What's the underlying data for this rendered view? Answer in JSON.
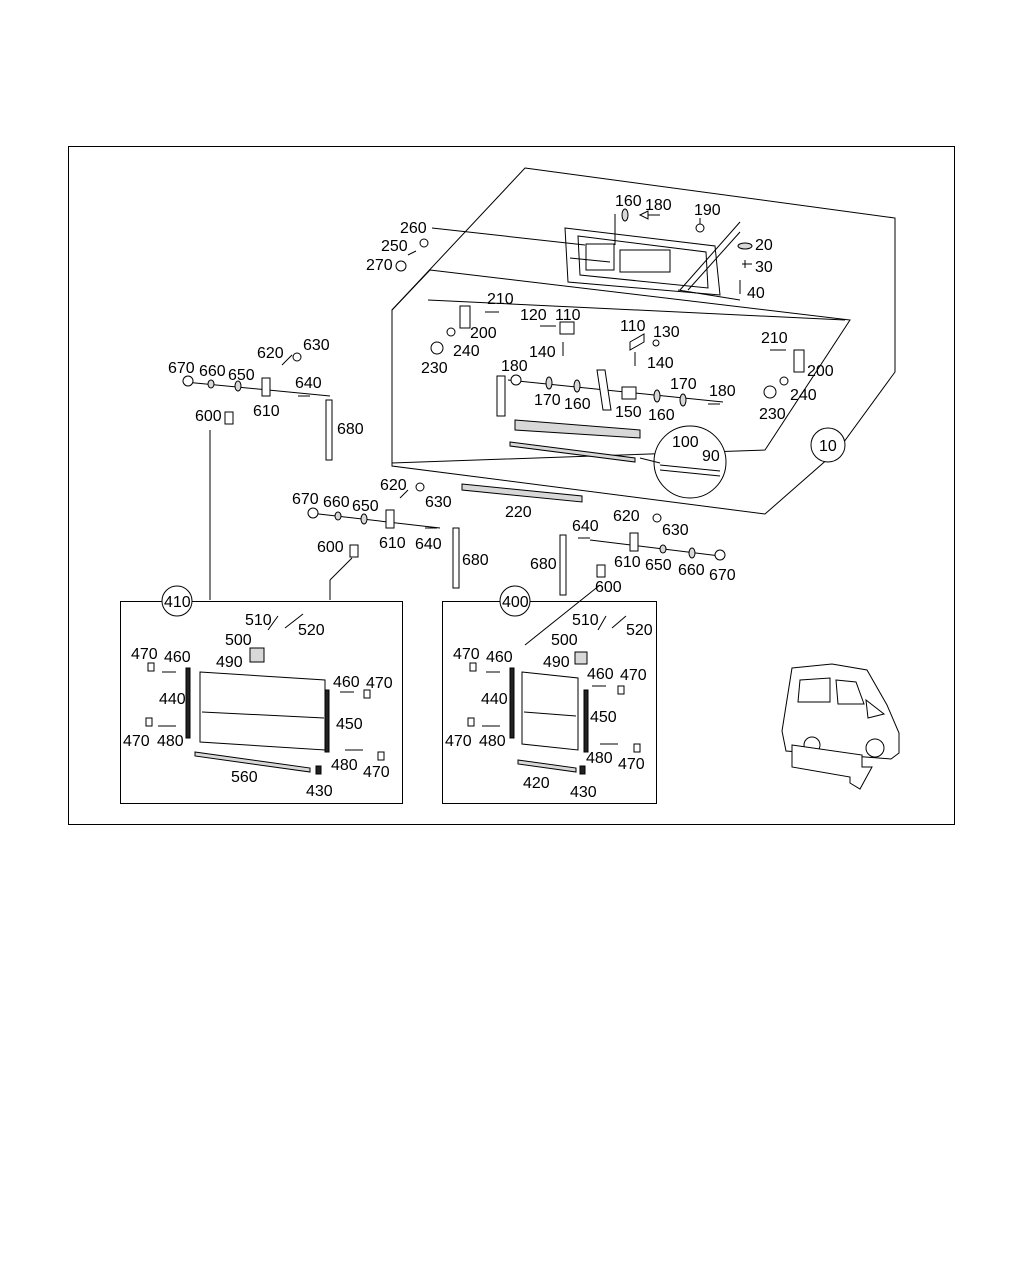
{
  "group_labels": [
    "10",
    "410",
    "400"
  ],
  "labels": {
    "l160a": "160",
    "l180a": "180",
    "l190": "190",
    "l260": "260",
    "l250": "250",
    "l270": "270",
    "l20": "20",
    "l30": "30",
    "l40": "40",
    "l210a": "210",
    "l200a": "200",
    "l240a": "240",
    "l230a": "230",
    "l120": "120",
    "l110a": "110",
    "l140a": "140",
    "l110b": "110",
    "l130": "130",
    "l140b": "140",
    "l210b": "210",
    "l200b": "200",
    "l240b": "240",
    "l230b": "230",
    "l180b": "180",
    "l170a": "170",
    "l160b": "160",
    "l150": "150",
    "l160c": "160",
    "l170b": "170",
    "l180c": "180",
    "l100": "100",
    "l90": "90",
    "l620a": "620",
    "l630a": "630",
    "l670a": "670",
    "l660a": "660",
    "l650a": "650",
    "l640a": "640",
    "l600a": "600",
    "l610a": "610",
    "l680a": "680",
    "l620b": "620",
    "l630b": "630",
    "l670b": "670",
    "l660b": "660",
    "l650b": "650",
    "l600b": "600",
    "l610b": "610",
    "l640b": "640",
    "l680b": "680",
    "l220": "220",
    "l640c": "640",
    "l620c": "620",
    "l630c": "630",
    "l680c": "680",
    "l610c": "610",
    "l600c": "600",
    "l650c": "650",
    "l660c": "660",
    "l670c": "670",
    "l510a": "510",
    "l520a": "520",
    "l500a": "500",
    "l490a": "490",
    "l470a": "470",
    "l460a": "460",
    "l440a": "440",
    "l470b": "470",
    "l480a": "480",
    "l460b": "460",
    "l470c": "470",
    "l450a": "450",
    "l480b": "480",
    "l470d": "470",
    "l560": "560",
    "l430a": "430",
    "l510b": "510",
    "l520b": "520",
    "l500b": "500",
    "l490b": "490",
    "l470e": "470",
    "l460c": "460",
    "l440b": "440",
    "l470f": "470",
    "l480c": "480",
    "l460d": "460",
    "l470g": "470",
    "l450b": "450",
    "l480d": "480",
    "l470h": "470",
    "l420": "420",
    "l430b": "430"
  }
}
